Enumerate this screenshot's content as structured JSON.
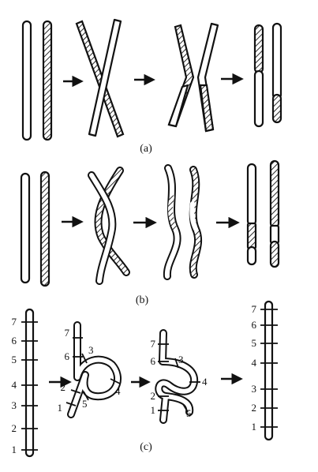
{
  "panels": [
    {
      "id": "a",
      "label": "(a)"
    },
    {
      "id": "b",
      "label": "(b)"
    },
    {
      "id": "c",
      "label": "(c)"
    }
  ],
  "panel_c": {
    "stage1_numbers": [
      "7",
      "6",
      "5",
      "4",
      "3",
      "2",
      "1"
    ],
    "stage2_numbers": [
      "7",
      "6",
      "3",
      "2",
      "1",
      "5",
      "4"
    ],
    "stage3_numbers": [
      "7",
      "6",
      "3",
      "4",
      "2",
      "1",
      "5"
    ],
    "stage4_numbers": [
      "7",
      "6",
      "5",
      "4",
      "3",
      "2",
      "1"
    ]
  }
}
